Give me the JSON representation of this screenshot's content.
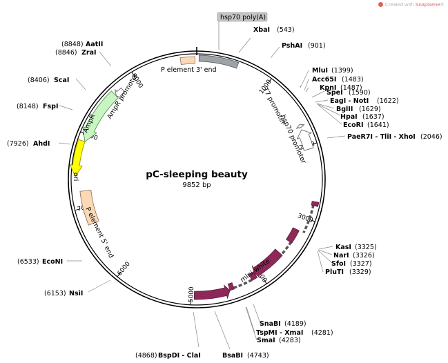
{
  "credit": {
    "prefix": "Created with ",
    "brand": "SnapGene",
    "suffix": "®"
  },
  "plasmid": {
    "name": "pC-sleeping beauty",
    "size": "9852 bp",
    "length": 9852
  },
  "ticks": [
    {
      "pos": 1000,
      "label": "1000"
    },
    {
      "pos": 2000,
      "label": "2000"
    },
    {
      "pos": 3000,
      "label": "3000"
    },
    {
      "pos": 4000,
      "label": "4000"
    },
    {
      "pos": 5000,
      "label": "5000"
    },
    {
      "pos": 6000,
      "label": "6000"
    },
    {
      "pos": 7000,
      "label": "7000"
    },
    {
      "pos": 8000,
      "label": "8000"
    },
    {
      "pos": 9000,
      "label": "9000"
    }
  ],
  "colors": {
    "backbone": "#000000",
    "hsp70_polyA": "#9ea3aa",
    "p_element": "#fcd9b6",
    "ampr": "#c8f5c2",
    "ori": "#ffff00",
    "mini_white": "#8d2859",
    "promoter": "#ffffff",
    "label_box": "#c4c4c4"
  },
  "features": [
    {
      "id": "hsp70-polya",
      "label": "hsp70 poly(A)",
      "color": "#9ea3aa",
      "type": "box"
    },
    {
      "id": "p-element-3",
      "label": "P element 3' end",
      "color": "#fcd9b6",
      "type": "box"
    },
    {
      "id": "t7-promoter",
      "label": "T7 promoter",
      "color": "#ffffff",
      "type": "arrow"
    },
    {
      "id": "hsp70-promoter",
      "label": "hsp70 promoter",
      "color": "#ffffff",
      "type": "arrow"
    },
    {
      "id": "mini-white",
      "label": "mini-white",
      "color": "#8d2859",
      "type": "arrow"
    },
    {
      "id": "p-element-5",
      "label": "P element 5' end",
      "color": "#fcd9b6",
      "type": "box"
    },
    {
      "id": "ori",
      "label": "ori",
      "color": "#ffff00",
      "type": "arrow"
    },
    {
      "id": "ampr",
      "label": "AmpR",
      "color": "#c8f5c2",
      "type": "arrow"
    },
    {
      "id": "ampr-promoter",
      "label": "AmpR promoter",
      "color": "#ffffff",
      "type": "arrow"
    }
  ],
  "sites_right": [
    {
      "name": "XbaI",
      "pos": "(543)"
    },
    {
      "name": "PshAI",
      "pos": "(901)"
    },
    {
      "name": "MluI",
      "pos": "(1399)"
    },
    {
      "name": "Acc65I",
      "pos": "(1483)"
    },
    {
      "name": "KpnI",
      "pos": "(1487)"
    },
    {
      "name": "SpeI",
      "pos": "(1590)"
    },
    {
      "name": "EagI - NotI",
      "pos": "(1622)"
    },
    {
      "name": "BglII",
      "pos": "(1629)"
    },
    {
      "name": "HpaI",
      "pos": "(1637)"
    },
    {
      "name": "EcoRI",
      "pos": "(1641)"
    },
    {
      "name": "PaeR7I - TliI - XhoI",
      "pos": "(2046)"
    },
    {
      "name": "KasI",
      "pos": "(3325)"
    },
    {
      "name": "NarI",
      "pos": "(3326)"
    },
    {
      "name": "SfoI",
      "pos": "(3327)"
    },
    {
      "name": "PluTI",
      "pos": "(3329)"
    },
    {
      "name": "SnaBI",
      "pos": "(4189)"
    },
    {
      "name": "TspMI - XmaI",
      "pos": "(4281)"
    },
    {
      "name": "SmaI",
      "pos": "(4283)"
    },
    {
      "name": "BsaBI",
      "pos": "(4743)"
    }
  ],
  "sites_left": [
    {
      "name": "BspDI - ClaI",
      "pos": "(4868)"
    },
    {
      "name": "NsiI",
      "pos": "(6153)"
    },
    {
      "name": "EcoNI",
      "pos": "(6533)"
    },
    {
      "name": "AhdI",
      "pos": "(7926)"
    },
    {
      "name": "FspI",
      "pos": "(8148)"
    },
    {
      "name": "ScaI",
      "pos": "(8406)"
    },
    {
      "name": "ZraI",
      "pos": "(8846)"
    },
    {
      "name": "AatII",
      "pos": "(8848)"
    }
  ]
}
